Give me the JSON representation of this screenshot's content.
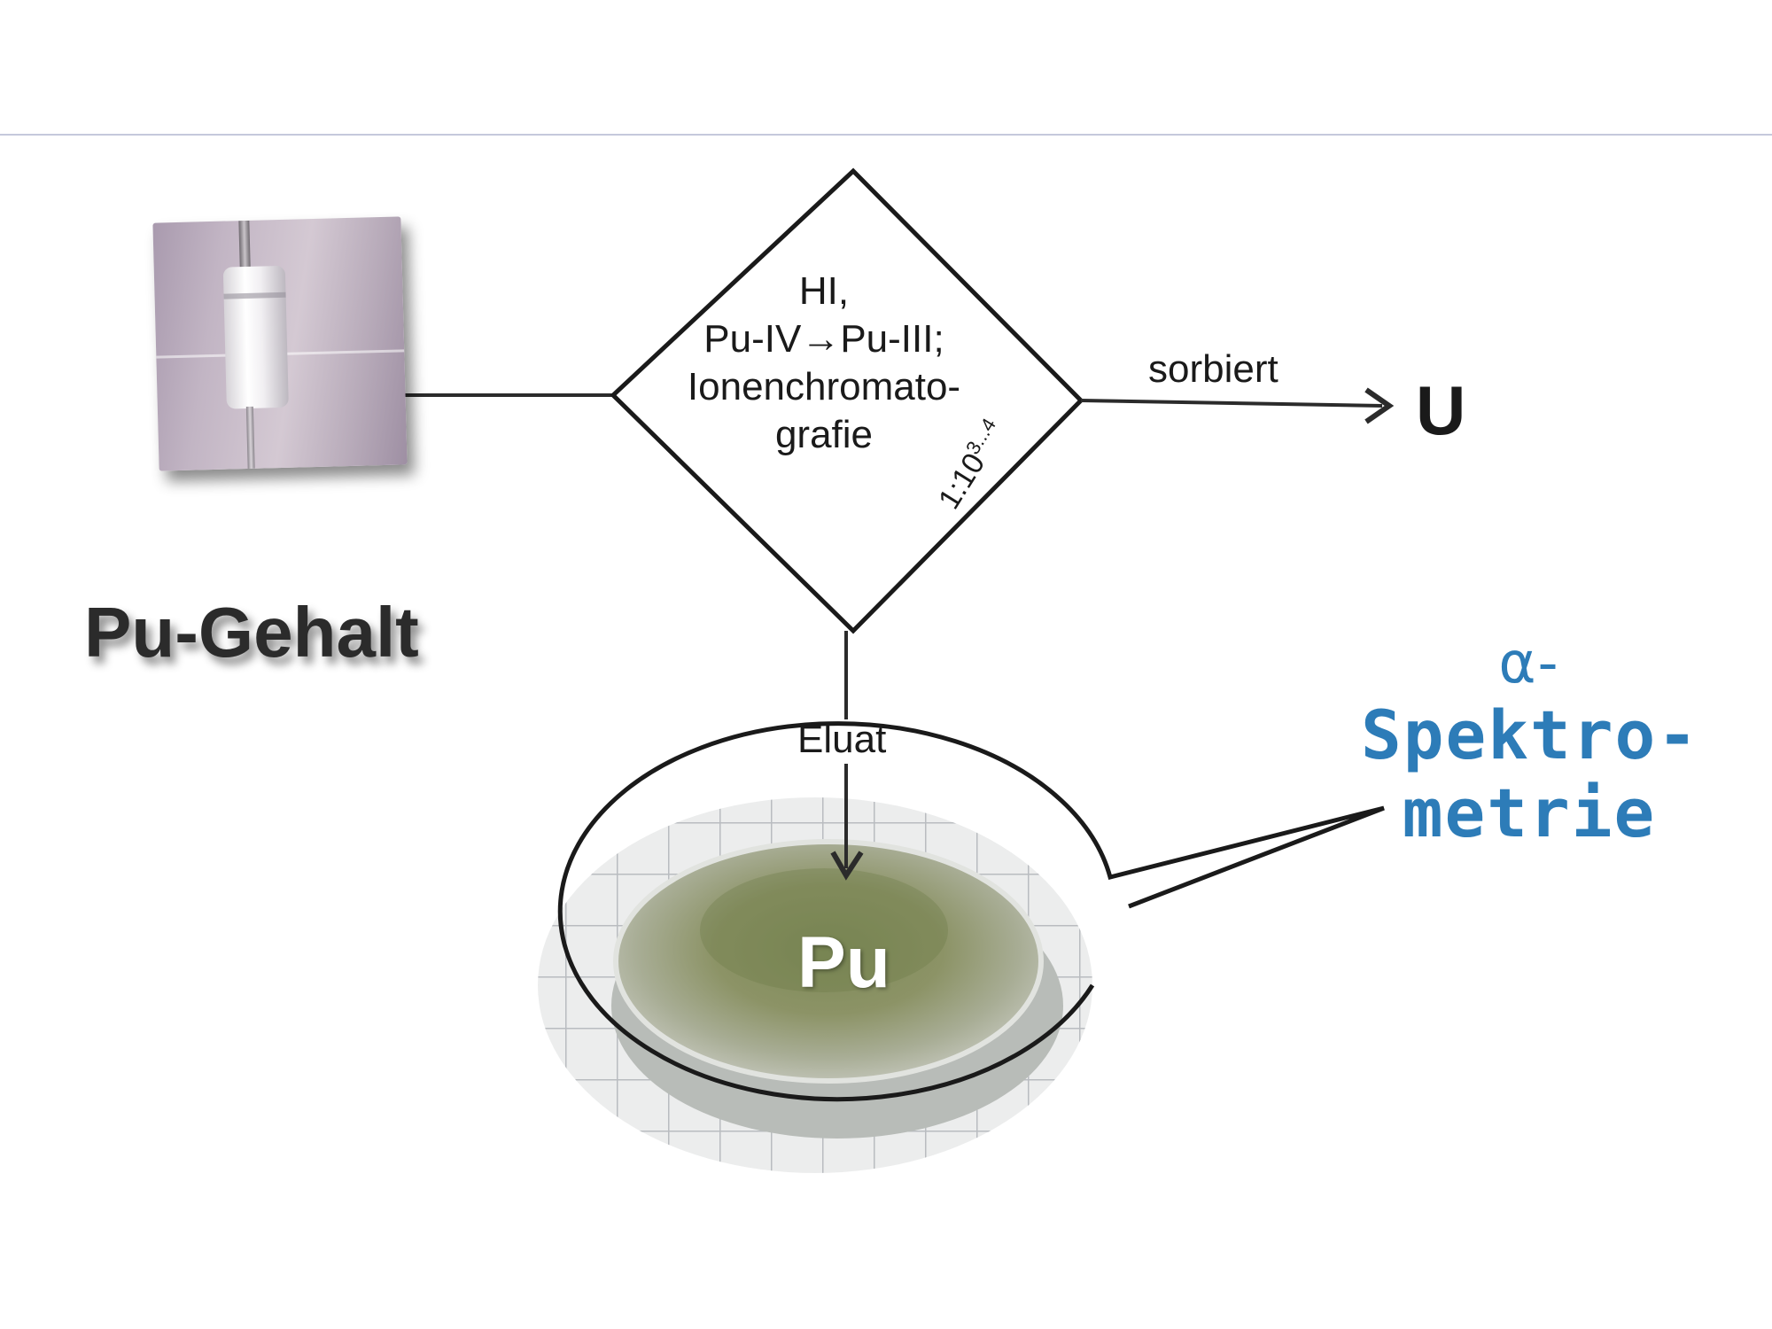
{
  "diamond": {
    "lines": [
      "HI,",
      "Pu-IV→Pu-III;",
      "Ionenchromato-",
      "grafie"
    ],
    "ratio_base": "1:10",
    "ratio_exponent": "3...4"
  },
  "edges": {
    "right_label": "sorbiert",
    "right_target": "U",
    "down_label": "Eluat"
  },
  "title": "Pu-Gehalt",
  "sample": {
    "label": "Pu"
  },
  "method": {
    "alpha": "α-",
    "line2": "Spektro-",
    "line3": "metrie",
    "color": "#2d7cb8"
  },
  "colors": {
    "rule": "#c5c9dc",
    "ink": "#1a1a1a"
  }
}
